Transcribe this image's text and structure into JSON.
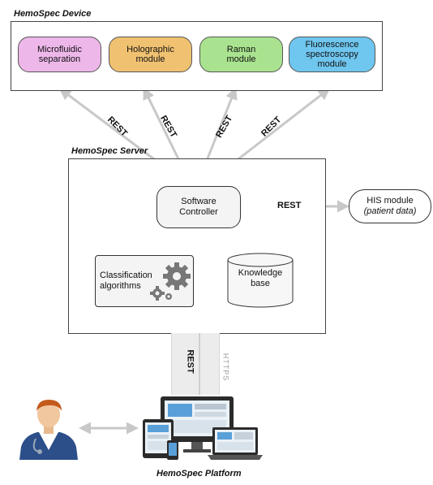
{
  "device": {
    "label": "HemoSpec Device",
    "modules": [
      {
        "line1": "Microfluidic",
        "line2": "separation",
        "line3": "",
        "color": "#eeb7ea"
      },
      {
        "line1": "Holographic",
        "line2": "module",
        "line3": "",
        "color": "#f0c171"
      },
      {
        "line1": "Raman",
        "line2": "module",
        "line3": "",
        "color": "#a9e38f"
      },
      {
        "line1": "Fluorescence",
        "line2": "spectroscopy",
        "line3": "module",
        "color": "#6fc6ef"
      }
    ]
  },
  "connections": {
    "rest_label": "REST",
    "https_label": "HTTPS"
  },
  "server": {
    "label": "HemoSpec Server",
    "controller": {
      "line1": "Software",
      "line2": "Controller"
    },
    "classification": {
      "line1": "Classification",
      "line2": "algorithms"
    },
    "knowledge": {
      "line1": "Knowledge",
      "line2": "base"
    }
  },
  "his": {
    "line1": "HIS module",
    "line2": "(patient data)"
  },
  "platform": {
    "label": "HemoSpec Platform"
  }
}
